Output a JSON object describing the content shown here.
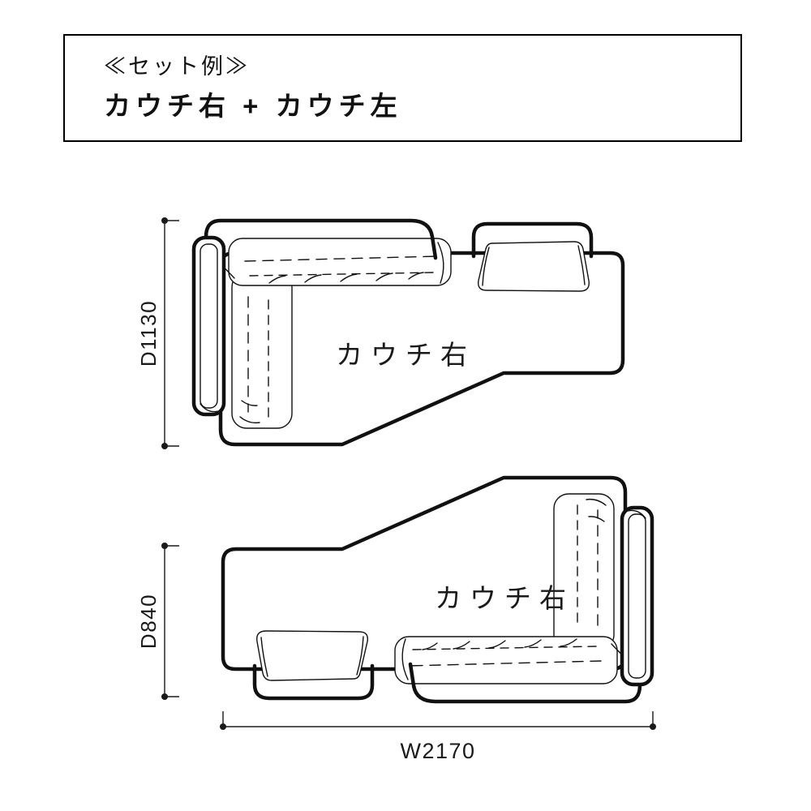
{
  "header": {
    "subtitle": "≪セット例≫",
    "title": "カウチ右 + カウチ左"
  },
  "top_diagram": {
    "label": "カウチ右",
    "depth": "D1130"
  },
  "bottom_diagram": {
    "label": "カウチ右",
    "depth": "D840",
    "width": "W2170"
  },
  "colors": {
    "line": "#111111",
    "background": "#ffffff"
  }
}
